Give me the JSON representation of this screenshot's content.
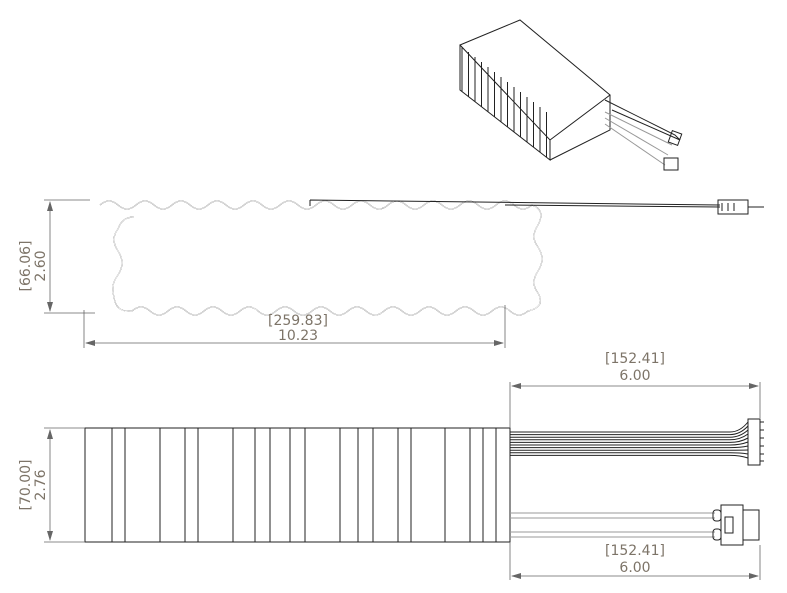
{
  "dimensions": {
    "top_view_height_mm": "[66.06]",
    "top_view_height_in": "2.60",
    "top_view_length_mm": "[259.83]",
    "top_view_length_in": "10.23",
    "side_view_height_mm": "[70.00]",
    "side_view_height_in": "2.76",
    "upper_cable_length_mm": "[152.41]",
    "upper_cable_length_in": "6.00",
    "lower_cable_length_mm": "[152.41]",
    "lower_cable_length_in": "6.00"
  },
  "colors": {
    "line": "#222222",
    "dimension_text": "#7d7468",
    "dimension_line": "#666666"
  }
}
